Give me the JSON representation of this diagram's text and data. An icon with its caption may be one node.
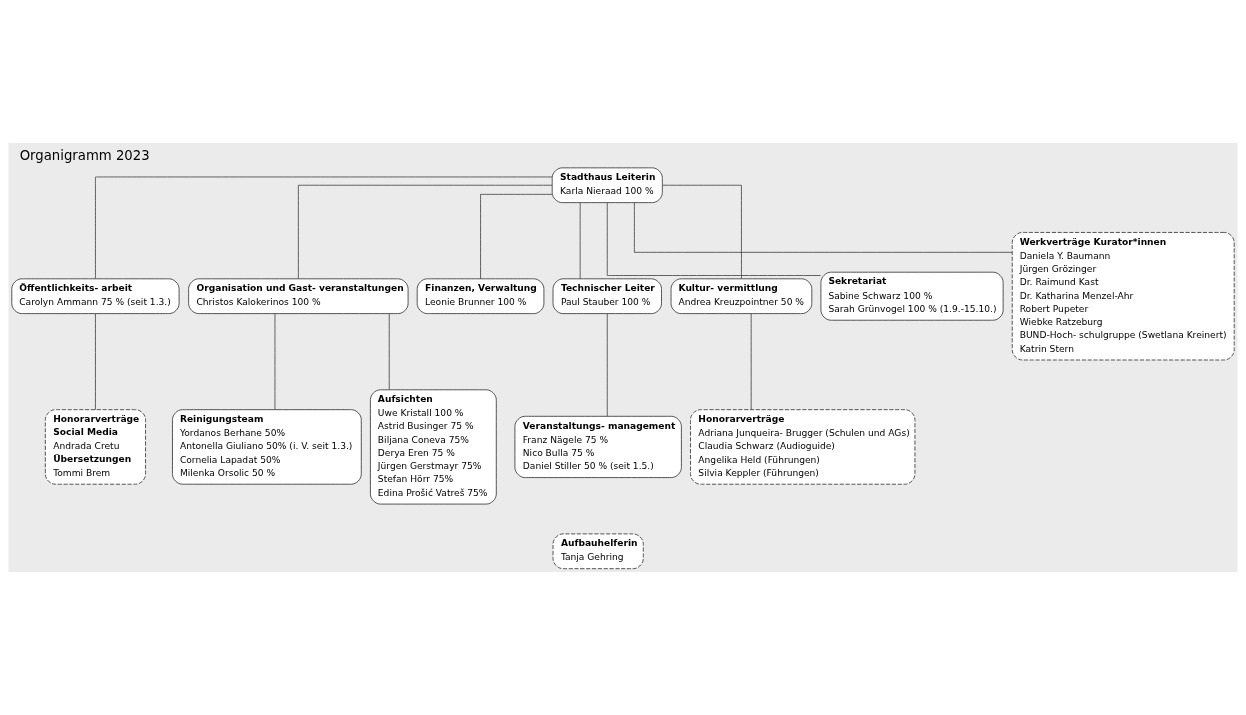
{
  "diagram": {
    "title": "Organigramm 2023",
    "nodes": [
      {
        "text": [
          "Stadthaus Leiterin",
          "Karla Nieraad 100 %"
        ]
      },
      {
        "text": [
          "Öffentlichkeits- arbeit",
          "Carolyn Ammann 75 % (seit 1.3.)"
        ]
      },
      {
        "text": [
          "Organisation und Gast- veranstaltungen",
          "Christos Kalokerinos 100 %"
        ]
      },
      {
        "text": [
          "Finanzen, Verwaltung",
          "Leonie Brunner 100 %"
        ]
      },
      {
        "text": [
          "Technischer Leiter",
          "Paul Stauber 100 %"
        ]
      },
      {
        "text": [
          "Kultur- vermittlung",
          "Andrea Kreuzpointner 50 %"
        ]
      },
      {
        "text": [
          "Sekretariat",
          "Sabine Schwarz 100 %",
          "Sarah Grünvogel 100 % (1.9.-15.10.)"
        ]
      },
      {
        "text": [
          "Werkverträge Kurator*innen",
          "Daniela Y. Baumann",
          "Jürgen Grözinger",
          "Dr. Raimund Kast",
          "Dr. Katharina Menzel-Ahr",
          "Robert Pupeter",
          "Wiebke Ratzeburg",
          "BUND-Hoch- schulgruppe (Swetlana Kreinert)",
          "Katrin Stern"
        ]
      },
      {
        "text": [
          "Honorarverträge",
          "Social Media",
          "Andrada Cretu",
          "Übersetzungen",
          "Tommi Brem"
        ]
      },
      {
        "text": [
          "Reinigungsteam",
          "Yordanos Berhane 50%",
          "Antonella Giuliano 50% (i. V. seit 1.3.)",
          "Cornelia Lapadat 50%",
          "Milenka Orsolic 50 %"
        ]
      },
      {
        "text": [
          "Aufsichten",
          "Uwe Kristall 100 %",
          "Astrid Businger 75 %",
          "Biljana Coneva 75%",
          "Derya Eren 75 %",
          "Jürgen Gerstmayr 75%",
          "Stefan Hörr 75%",
          "Edina Prošić Vatreš 75%"
        ]
      },
      {
        "text": [
          "Veranstaltungs- management",
          "Franz Nägele 75 %",
          "Nico Bulla 75 %",
          "Daniel Stiller 50 % (seit 1.5.)"
        ]
      },
      {
        "text": [
          "Aufbauhelferin",
          "Tanja Gehring"
        ]
      },
      {
        "text": [
          "Honorarverträge",
          "Adriana Junqueira- Brugger (Schulen und AGs)",
          "Claudia Schwarz (Audioguide)",
          "Angelika Held (Führungen)",
          "Silvia Keppler (Führungen)"
        ]
      }
    ],
    "edges": [
      {
        "from": 0,
        "to": 1,
        "arrow": "none"
      },
      {
        "from": 0,
        "to": 2,
        "arrow": "none"
      },
      {
        "from": 0,
        "to": 3,
        "arrow": "none"
      },
      {
        "from": 0,
        "to": 4,
        "arrow": "none"
      },
      {
        "from": 0,
        "to": 5,
        "arrow": "none"
      },
      {
        "from": 0,
        "to": 6,
        "arrow": "none"
      },
      {
        "from": 0,
        "to": 7,
        "arrow": "none"
      },
      {
        "from": 1,
        "to": 8,
        "arrow": "none"
      },
      {
        "from": 2,
        "to": 9,
        "arrow": "none"
      },
      {
        "from": 2,
        "to": 10,
        "arrow": "none"
      },
      {
        "from": 4,
        "to": 11,
        "arrow": "none"
      },
      {
        "from": 5,
        "to": 13,
        "arrow": "none"
      }
    ]
  }
}
